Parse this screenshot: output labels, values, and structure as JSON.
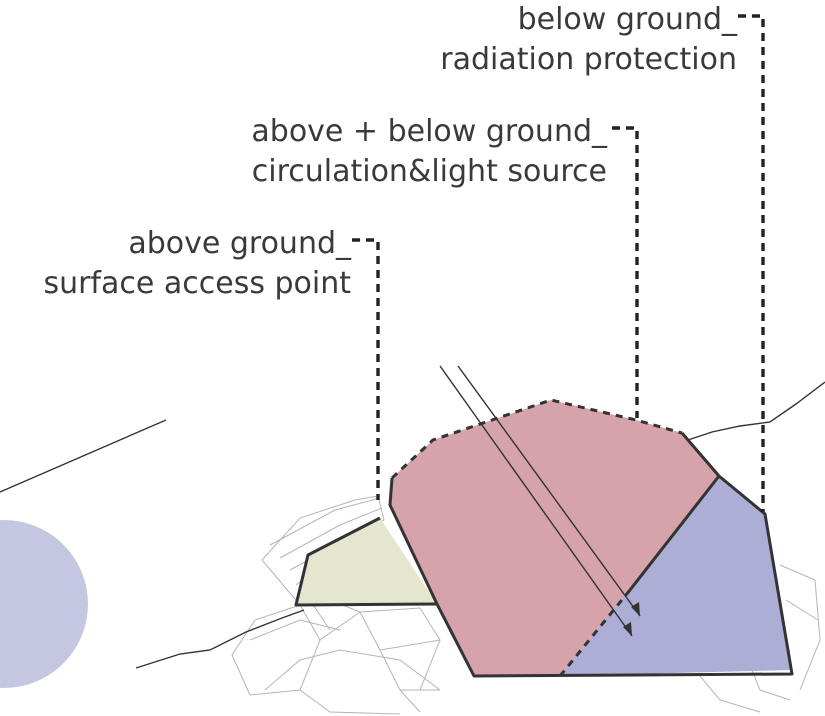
{
  "labels": {
    "radiation": {
      "line1": "below ground_",
      "line2": "radiation protection"
    },
    "circulation": {
      "line1": "above + below ground_",
      "line2": "circulation&light source"
    },
    "access": {
      "line1": "above ground_",
      "line2": "surface access point"
    }
  },
  "colors": {
    "radiation_zone": "#acaed5",
    "circulation_zone": "#d5a3a9",
    "access_zone": "#e5e6d0",
    "sun_disc": "#c5c7e2",
    "outline": "#333333",
    "sketch": "#b5b5b5"
  }
}
